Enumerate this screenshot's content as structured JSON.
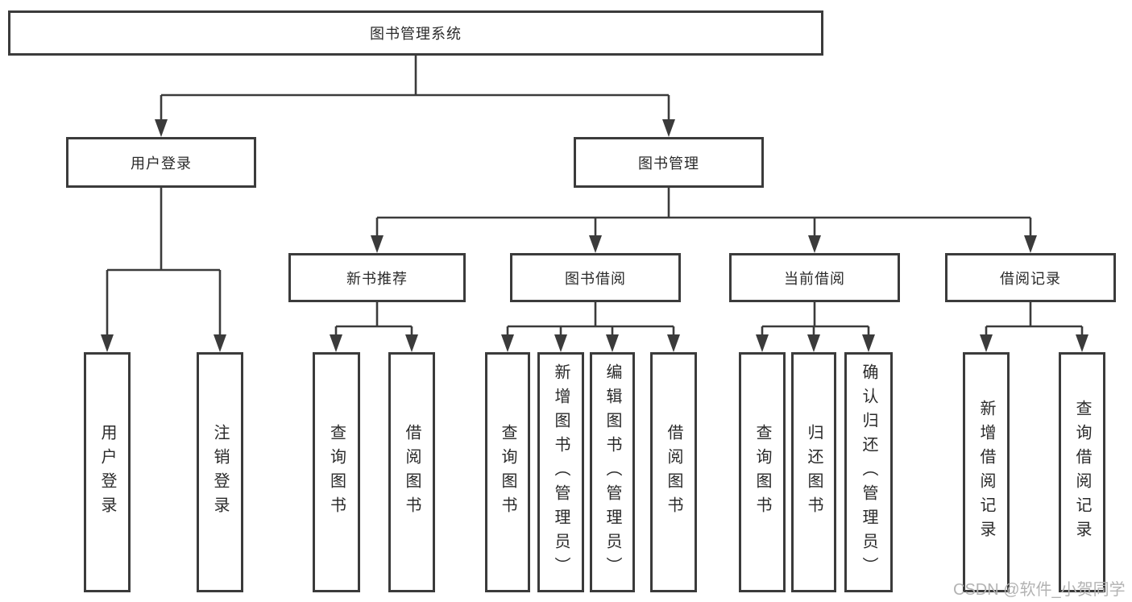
{
  "tree": {
    "root": {
      "label": "图书管理系统"
    },
    "level2": [
      {
        "label": "用户登录",
        "children": [
          {
            "label": "用户登录"
          },
          {
            "label": "注销登录"
          }
        ]
      },
      {
        "label": "图书管理",
        "children": [
          {
            "label": "新书推荐",
            "children": [
              {
                "label": "查询图书"
              },
              {
                "label": "借阅图书"
              }
            ]
          },
          {
            "label": "图书借阅",
            "children": [
              {
                "label": "查询图书"
              },
              {
                "label": "新增图书（管理员）"
              },
              {
                "label": "编辑图书（管理员）"
              },
              {
                "label": "借阅图书"
              }
            ]
          },
          {
            "label": "当前借阅",
            "children": [
              {
                "label": "查询图书"
              },
              {
                "label": "归还图书"
              },
              {
                "label": "确认归还（管理员）"
              }
            ]
          },
          {
            "label": "借阅记录",
            "children": [
              {
                "label": "新增借阅记录"
              },
              {
                "label": "查询借阅记录"
              }
            ]
          }
        ]
      }
    ]
  },
  "watermark": "CSDN @软件_小贺同学",
  "colors": {
    "line": "#3b3b3b",
    "text": "#2a2a2a",
    "watermark": "#b3b3b3",
    "canvas": "#ffffff"
  }
}
